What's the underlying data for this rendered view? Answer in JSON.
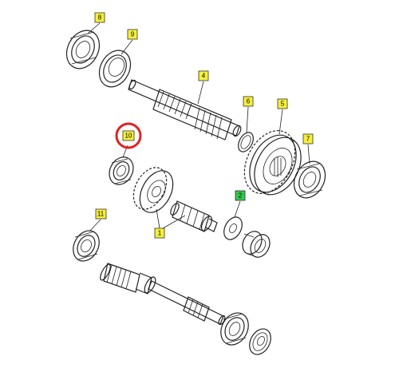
{
  "labels": {
    "p1": "1",
    "p2": "2",
    "p4": "4",
    "p5": "5",
    "p6": "6",
    "p7": "7",
    "p8": "8",
    "p9": "9",
    "p10": "10",
    "p11": "11"
  },
  "colors": {
    "label_yellow": "#f5ef3a",
    "label_green": "#34c84a",
    "highlight_red": "#e02222",
    "line": "#222222"
  }
}
